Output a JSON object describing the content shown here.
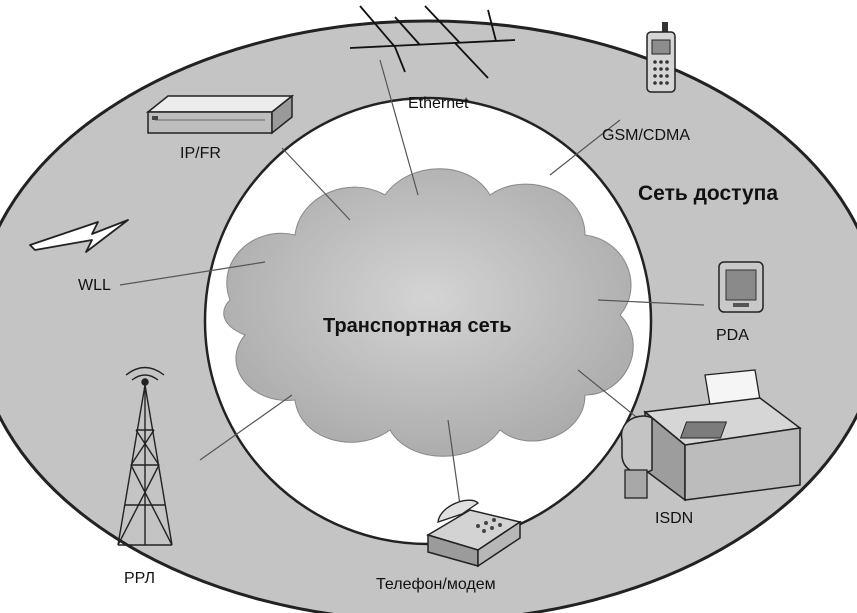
{
  "diagram": {
    "outer_region_label": "Сеть доступа",
    "core_label": "Транспортная сеть",
    "colors": {
      "outer_ring": "#c4c4c4",
      "inner_area": "#ffffff",
      "cloud": "#b7b7b7",
      "lines": "#555555",
      "text": "#111111"
    },
    "devices": [
      {
        "id": "ethernet",
        "label": "Ethernet",
        "icon": "ethernet-bus-icon"
      },
      {
        "id": "gsm",
        "label": "GSM/CDMA",
        "icon": "mobile-phone-icon"
      },
      {
        "id": "ipfr",
        "label": "IP/FR",
        "icon": "router-icon"
      },
      {
        "id": "wll",
        "label": "WLL",
        "icon": "wireless-link-icon"
      },
      {
        "id": "pda",
        "label": "PDA",
        "icon": "pda-icon"
      },
      {
        "id": "isdn",
        "label": "ISDN",
        "icon": "fax-terminal-icon"
      },
      {
        "id": "phone",
        "label": "Телефон/модем",
        "icon": "telephone-icon"
      },
      {
        "id": "rrl",
        "label": "РРЛ",
        "icon": "radio-tower-icon"
      }
    ]
  }
}
